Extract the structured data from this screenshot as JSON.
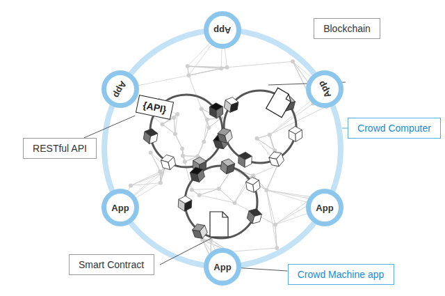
{
  "diagram": {
    "nodes": [
      {
        "text": [
          "App"
        ]
      },
      {
        "text": [
          "Blockchain"
        ]
      },
      {
        "text": [
          "App"
        ]
      },
      {
        "text": [
          "App"
        ]
      },
      {
        "text": [
          "{API}"
        ]
      },
      {
        "text": [
          "RESTful API"
        ]
      },
      {
        "text": [
          "Crowd Computer"
        ]
      },
      {
        "text": [
          "App"
        ]
      },
      {
        "text": [
          "App"
        ]
      },
      {
        "text": [
          "Smart Contract"
        ]
      },
      {
        "text": [
          "App"
        ]
      },
      {
        "text": [
          "Crowd Machine app"
        ]
      }
    ],
    "edges": [
      {
        "from": 5,
        "to": 4,
        "arrow": "none"
      },
      {
        "from": 11,
        "to": 10,
        "arrow": "none"
      }
    ]
  }
}
